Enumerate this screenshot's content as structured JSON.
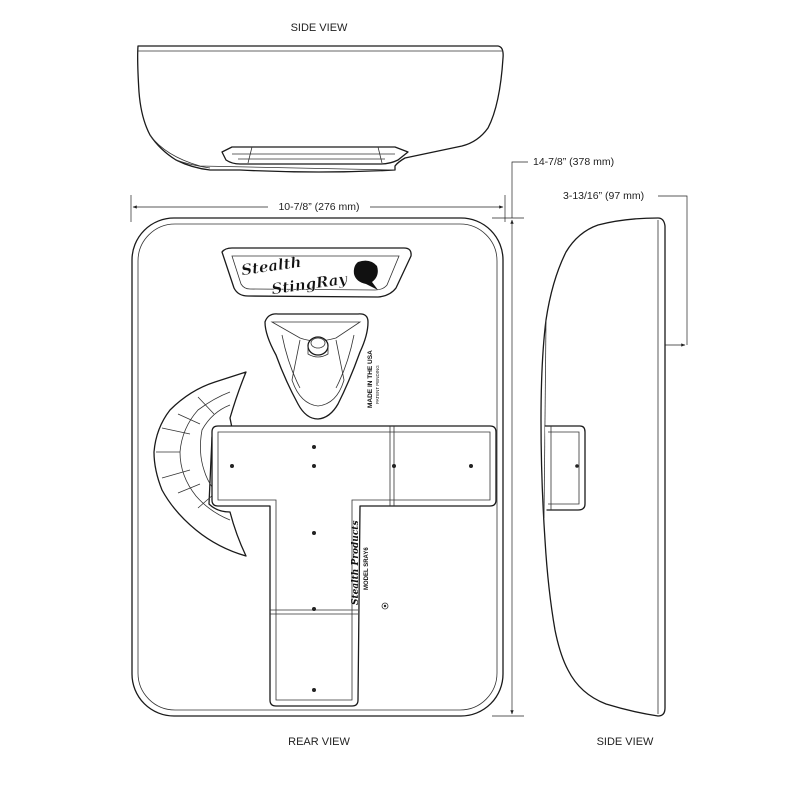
{
  "views": {
    "side_top_label": "SIDE VIEW",
    "rear_label": "REAR VIEW",
    "side_right_label": "SIDE VIEW"
  },
  "dimensions": {
    "width": "10-7/8” (276 mm)",
    "height": "14-7/8” (378 mm)",
    "depth": "3-13/16” (97 mm)"
  },
  "markings": {
    "logo_line1": "Stealth",
    "logo_line2": "StingRay",
    "made_in": "MADE IN THE USA",
    "patent": "PATENT PENDING",
    "brand": "Stealth Products",
    "model": "MODEL SRAY6"
  }
}
